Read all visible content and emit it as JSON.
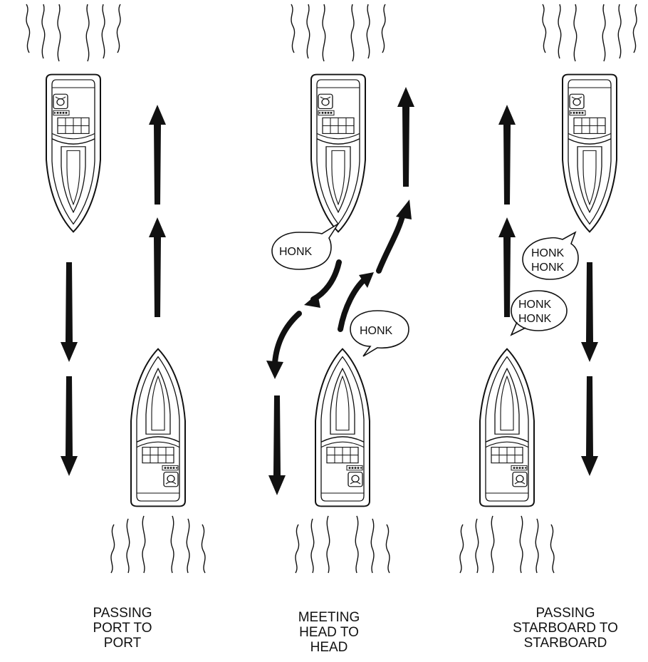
{
  "captions": {
    "port_to_port": [
      "PASSING",
      "PORT TO",
      "PORT"
    ],
    "head_to_head": [
      "MEETING",
      "HEAD TO",
      "HEAD"
    ],
    "starboard_to_starboard": [
      "PASSING",
      "STARBOARD TO",
      "STARBOARD"
    ]
  },
  "bubbles": {
    "h2h_upper": [
      "HONK"
    ],
    "h2h_lower": [
      "HONK"
    ],
    "s2s_upper": [
      "HONK",
      "HONK"
    ],
    "s2s_lower": [
      "HONK",
      "HONK"
    ]
  },
  "colors": {
    "ink": "#111111",
    "paper": "#ffffff"
  },
  "icons": [
    "boat-icon",
    "wake-icon",
    "arrow-icon",
    "speech-bubble-icon"
  ]
}
